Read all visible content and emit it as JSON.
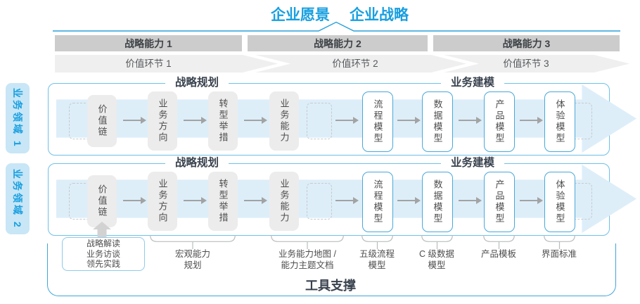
{
  "header": {
    "vision": "企业愿景",
    "strategy": "企业战略"
  },
  "capabilities": [
    {
      "label": "战略能力 1"
    },
    {
      "label": "战略能力 2"
    },
    {
      "label": "战略能力 3"
    }
  ],
  "value_links": [
    {
      "label": "价值环节 1"
    },
    {
      "label": "价值环节 2"
    },
    {
      "label": "价值环节 3"
    }
  ],
  "domains": [
    {
      "label": "业务领域 1"
    },
    {
      "label": "业务领域 2"
    }
  ],
  "row": {
    "planning_header": "战略规划",
    "modeling_header": "业务建模",
    "strategy_boxes": [
      "价值链",
      "业务方向",
      "转型举措",
      "业务能力"
    ],
    "modeling_boxes": [
      "流程模型",
      "数据模型",
      "产品模型",
      "体验模型"
    ]
  },
  "annotations": {
    "practice": {
      "lines": [
        "战略解读",
        "业务访谈",
        "领先实践"
      ]
    },
    "macro": {
      "lines": [
        "宏观能力",
        "规划"
      ]
    },
    "capability_map": {
      "lines": [
        "业务能力地图 /",
        "能力主题文档"
      ]
    },
    "process": {
      "lines": [
        "五级流程",
        "模型"
      ]
    },
    "data": {
      "lines": [
        "C 级数据",
        "模型"
      ]
    },
    "product": {
      "lines": [
        "产品模板"
      ]
    },
    "ui": {
      "lines": [
        "界面标准"
      ]
    }
  },
  "footer": {
    "label": "工具支撑"
  },
  "colors": {
    "brand_blue": "#199fe0",
    "border_blue": "#6fc0e6",
    "container_blue": "#3ea7db",
    "domain_fill": "#c8e6f6",
    "arrow_band": "#ddeef9",
    "bar_gray": "#cccccc",
    "band_gray": "#efefef",
    "box_gray": "#ececec"
  }
}
